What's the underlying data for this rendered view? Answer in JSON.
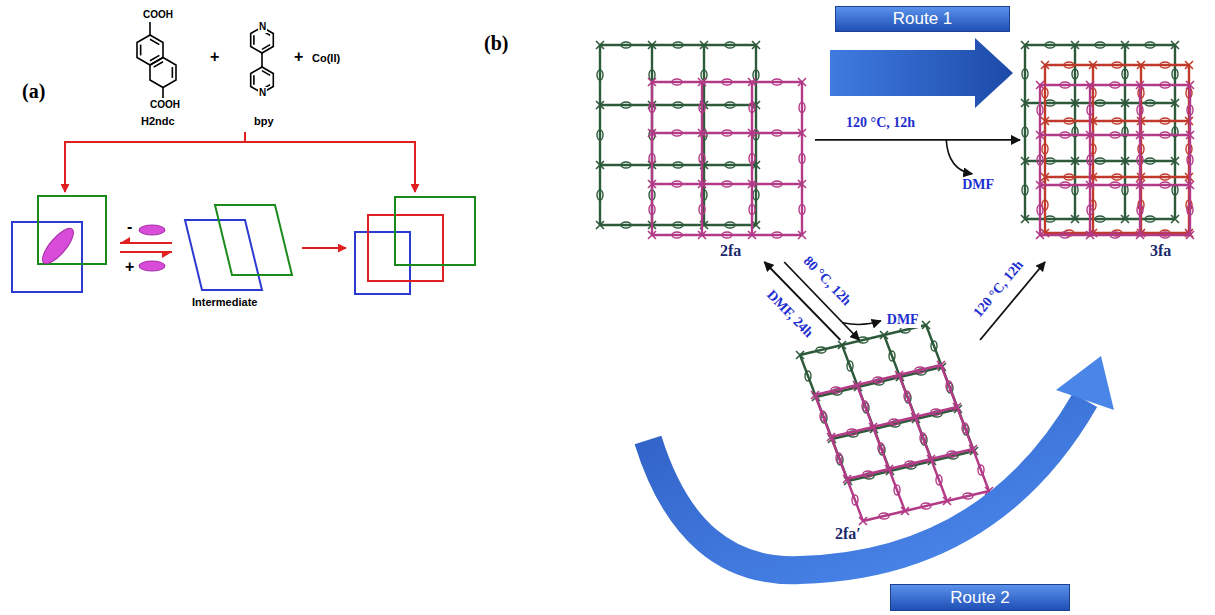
{
  "diagram": {
    "nodes": [
      {
        "text": [
          "Route 1"
        ]
      },
      {
        "text": [
          "2fa"
        ]
      },
      {
        "text": [
          "3fa"
        ]
      },
      {
        "text": [
          "2fa′"
        ]
      },
      {
        "text": [
          "Route 2"
        ]
      }
    ],
    "edges": [
      {
        "from": 1,
        "to": 2,
        "arrow": "to",
        "label": "120 °C, 12h"
      },
      {
        "from": 1,
        "to": 3,
        "arrow": "to",
        "label": "80 °C, 12h"
      },
      {
        "from": 3,
        "to": 1,
        "arrow": "to",
        "label": "DMF, 24h"
      },
      {
        "from": 3,
        "to": 2,
        "arrow": "to",
        "label": "120 °C, 12h"
      }
    ],
    "labels": [
      "(a)",
      "COOH",
      "COOH",
      "H2ndc",
      "+",
      "N",
      "N",
      "bpy",
      "+",
      "Co(II)",
      "-",
      "+",
      "Intermediate",
      "(b)",
      "DMF",
      "DMF"
    ]
  }
}
